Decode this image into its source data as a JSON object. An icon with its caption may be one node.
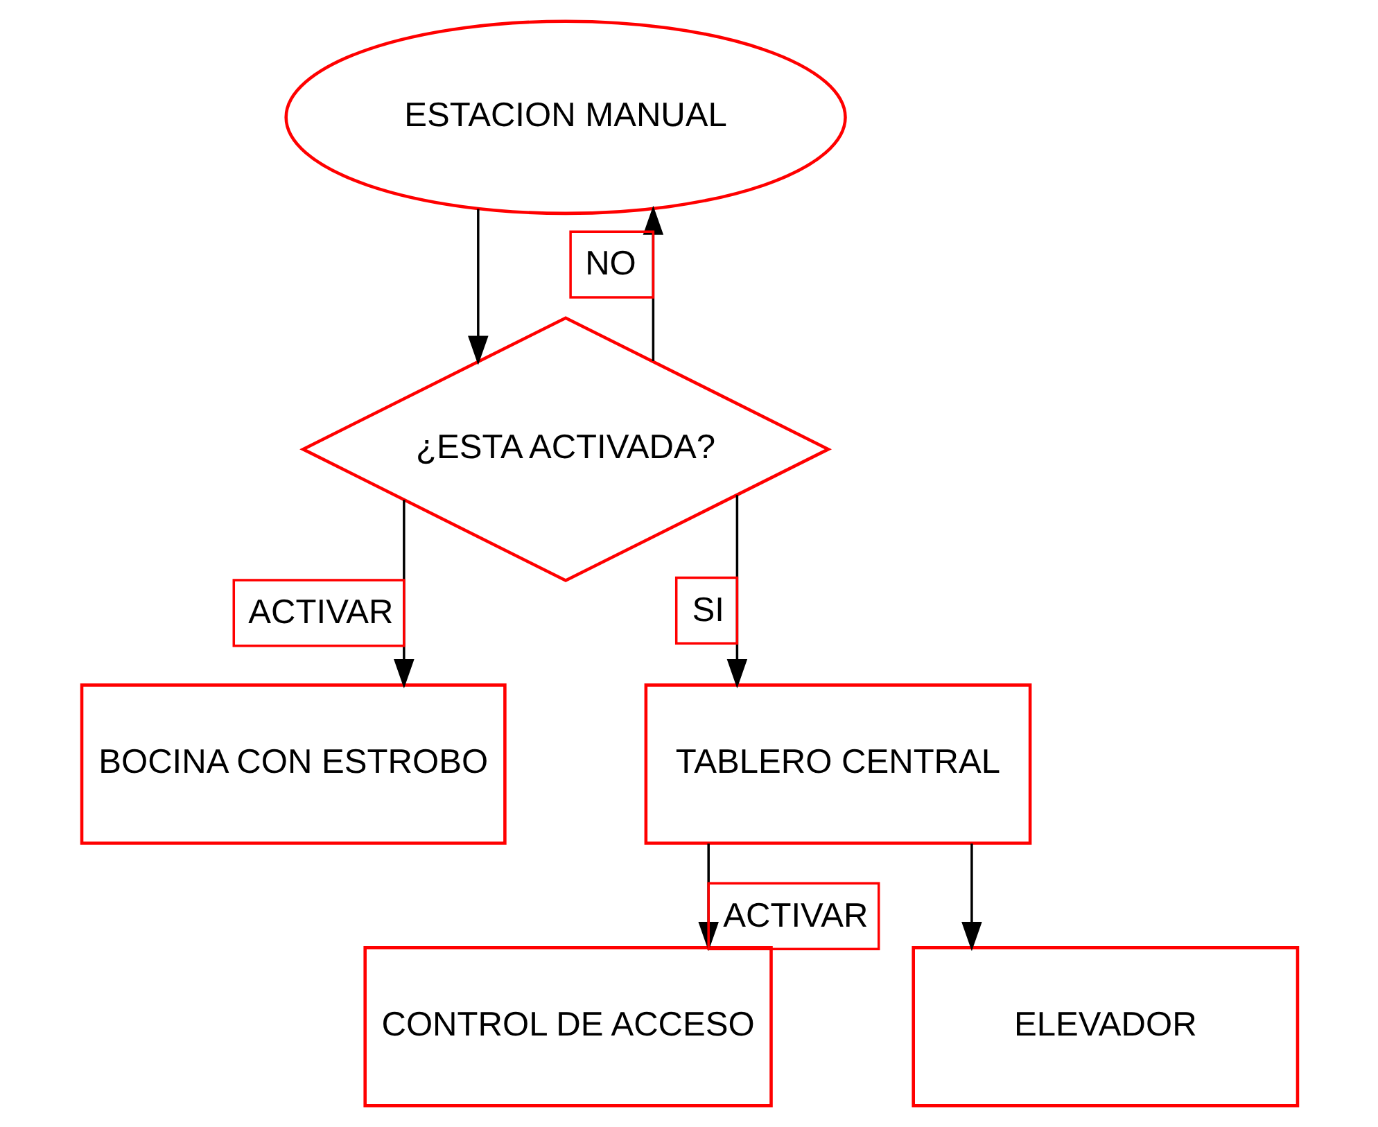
{
  "diagram": {
    "nodes": [
      {
        "text": [
          "ESTACION MANUAL"
        ]
      },
      {
        "text": [
          "¿ESTA ACTIVADA?"
        ]
      },
      {
        "text": [
          "BOCINA CON ESTROBO"
        ]
      },
      {
        "text": [
          "TABLERO CENTRAL"
        ]
      },
      {
        "text": [
          "CONTROL DE ACCESO"
        ]
      },
      {
        "text": [
          "ELEVADOR"
        ]
      }
    ],
    "edges": [
      {
        "from": 0,
        "to": 1,
        "arrow": "to"
      },
      {
        "from": 1,
        "to": 0,
        "arrow": "to",
        "label": "NO"
      },
      {
        "from": 1,
        "to": 3,
        "arrow": "to",
        "label": "SI"
      },
      {
        "from": 1,
        "to": 2,
        "arrow": "to",
        "label": "ACTIVAR"
      },
      {
        "from": 3,
        "to": 4,
        "arrow": "to",
        "label": "ACTIVAR"
      },
      {
        "from": 3,
        "to": 5,
        "arrow": "to"
      }
    ]
  }
}
